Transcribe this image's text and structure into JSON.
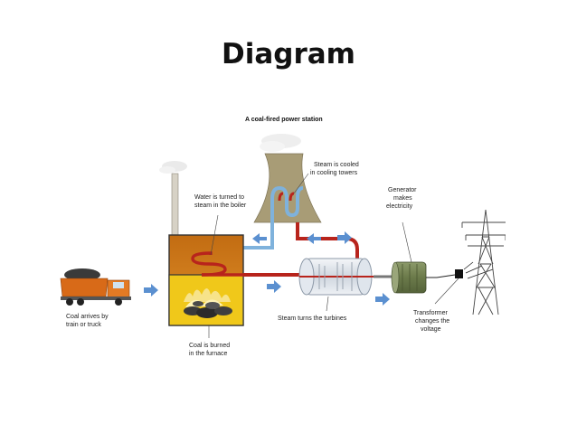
{
  "slide": {
    "title": "Diagram"
  },
  "figure": {
    "title": "A coal-fired power station",
    "labels": {
      "coal_line1": "Coal arrives by",
      "coal_line2": "train or truck",
      "water_line1": "Water is turned to",
      "water_line2": "steam in the boiler",
      "steam_cool_line1": "Steam is cooled",
      "steam_cool_line2": "in cooling towers",
      "generator_line1": "Generator",
      "generator_line2": "makes",
      "generator_line3": "electricity",
      "burn_line1": "Coal is burned",
      "burn_line2": "in the furnace",
      "turbine": "Steam turns the turbines",
      "transformer_line1": "Transformer",
      "transformer_line2": "changes the",
      "transformer_line3": "voltage"
    },
    "colors": {
      "boiler": "#d07a1a",
      "flame": "#f0c81a",
      "hot_pipe": "#b8241c",
      "cold_pipe": "#7fb2dc",
      "tower": "#a89c76",
      "arrow": "#5b90d0",
      "truck": "#d86a18"
    }
  }
}
